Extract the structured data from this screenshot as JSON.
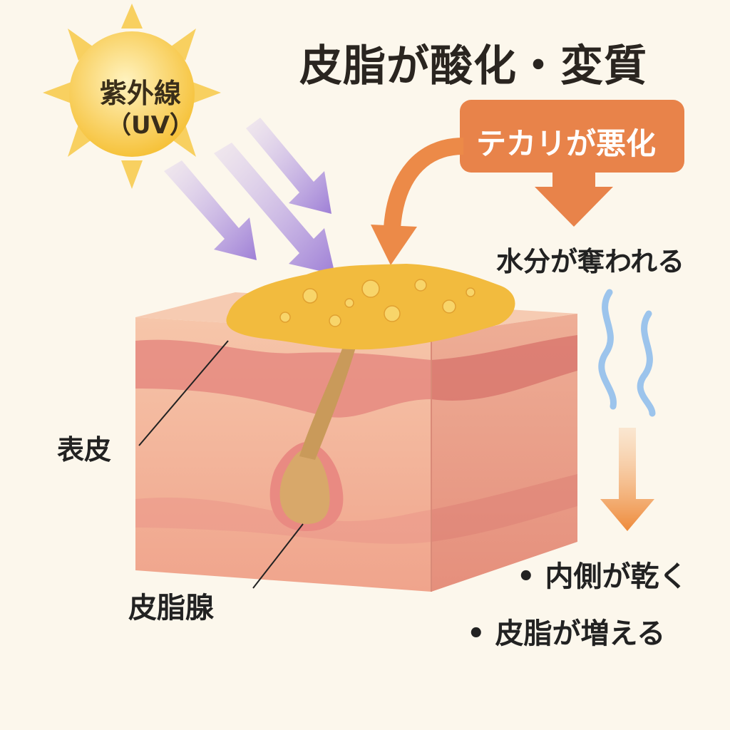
{
  "title": "皮脂が酸化・変質",
  "sun": {
    "label": "紫外線",
    "sublabel": "（UV）"
  },
  "badge": {
    "label": "テカリが悪化",
    "color": "#e8834a"
  },
  "water_loss": "水分が奪われる",
  "labels": {
    "epidermis": "表皮",
    "sebaceous_gland": "皮脂腺"
  },
  "effects": [
    "• 内側が乾く",
    "• 皮脂が増える"
  ],
  "colors": {
    "uv_arrow": "#a88ad8",
    "sun": "#f8c840",
    "sebum": "#f2bb3e",
    "skin": "#f1a890",
    "vapor": "#9cc4ec"
  }
}
